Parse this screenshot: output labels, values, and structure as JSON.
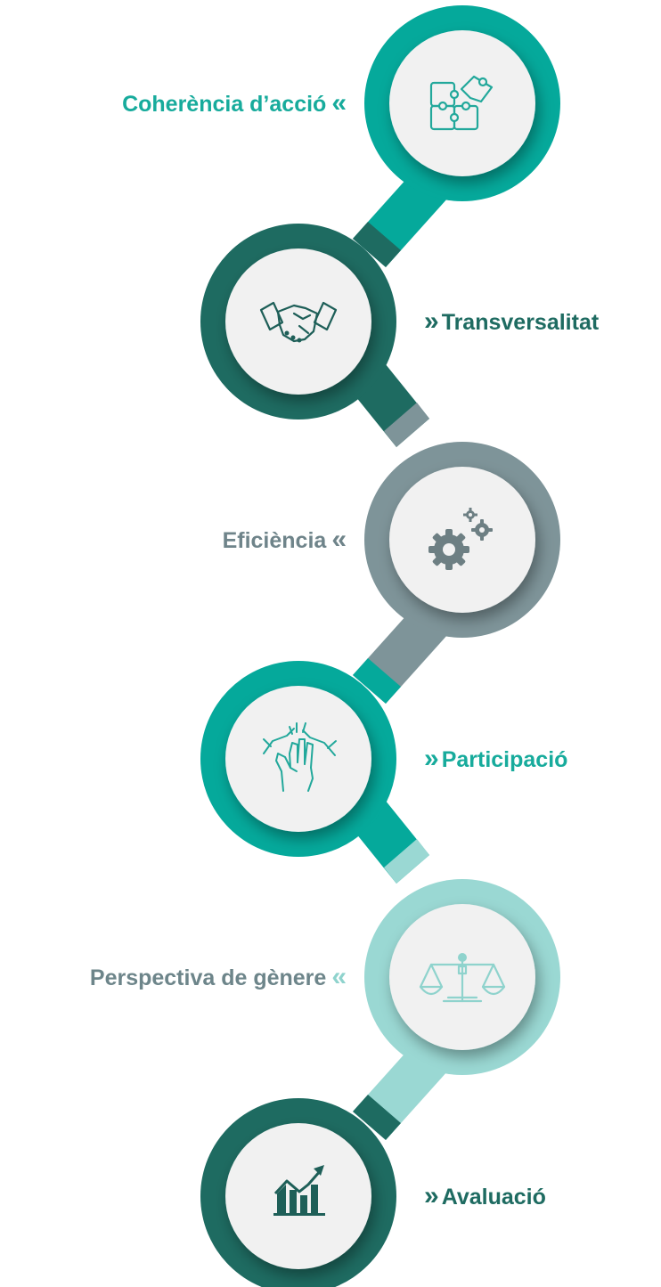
{
  "colors": {
    "teal": "#05a99b",
    "dark_green": "#1e6b61",
    "gray": "#7e9499",
    "light_teal": "#9ad8d3",
    "inner_circle": "#f1f1f1",
    "icon_teal": "#22a89b",
    "icon_dark": "#1e5f58",
    "icon_gray": "#6d7f83"
  },
  "chevrons": {
    "left": "«",
    "right": "»"
  },
  "steps": [
    {
      "label": "Coherència d’acció",
      "icon": "puzzle-icon",
      "ring": "teal",
      "side": "left"
    },
    {
      "label": "Transversalitat",
      "icon": "handshake-icon",
      "ring": "dark_green",
      "side": "right"
    },
    {
      "label": "Eficiència",
      "icon": "gears-icon",
      "ring": "gray",
      "side": "left"
    },
    {
      "label": "Participació",
      "icon": "hands-icon",
      "ring": "teal",
      "side": "right"
    },
    {
      "label": "Perspectiva de gènere",
      "icon": "scale-icon",
      "ring": "light_teal",
      "side": "left"
    },
    {
      "label": "Avaluació",
      "icon": "growth-chart-icon",
      "ring": "dark_green",
      "side": "right"
    }
  ]
}
